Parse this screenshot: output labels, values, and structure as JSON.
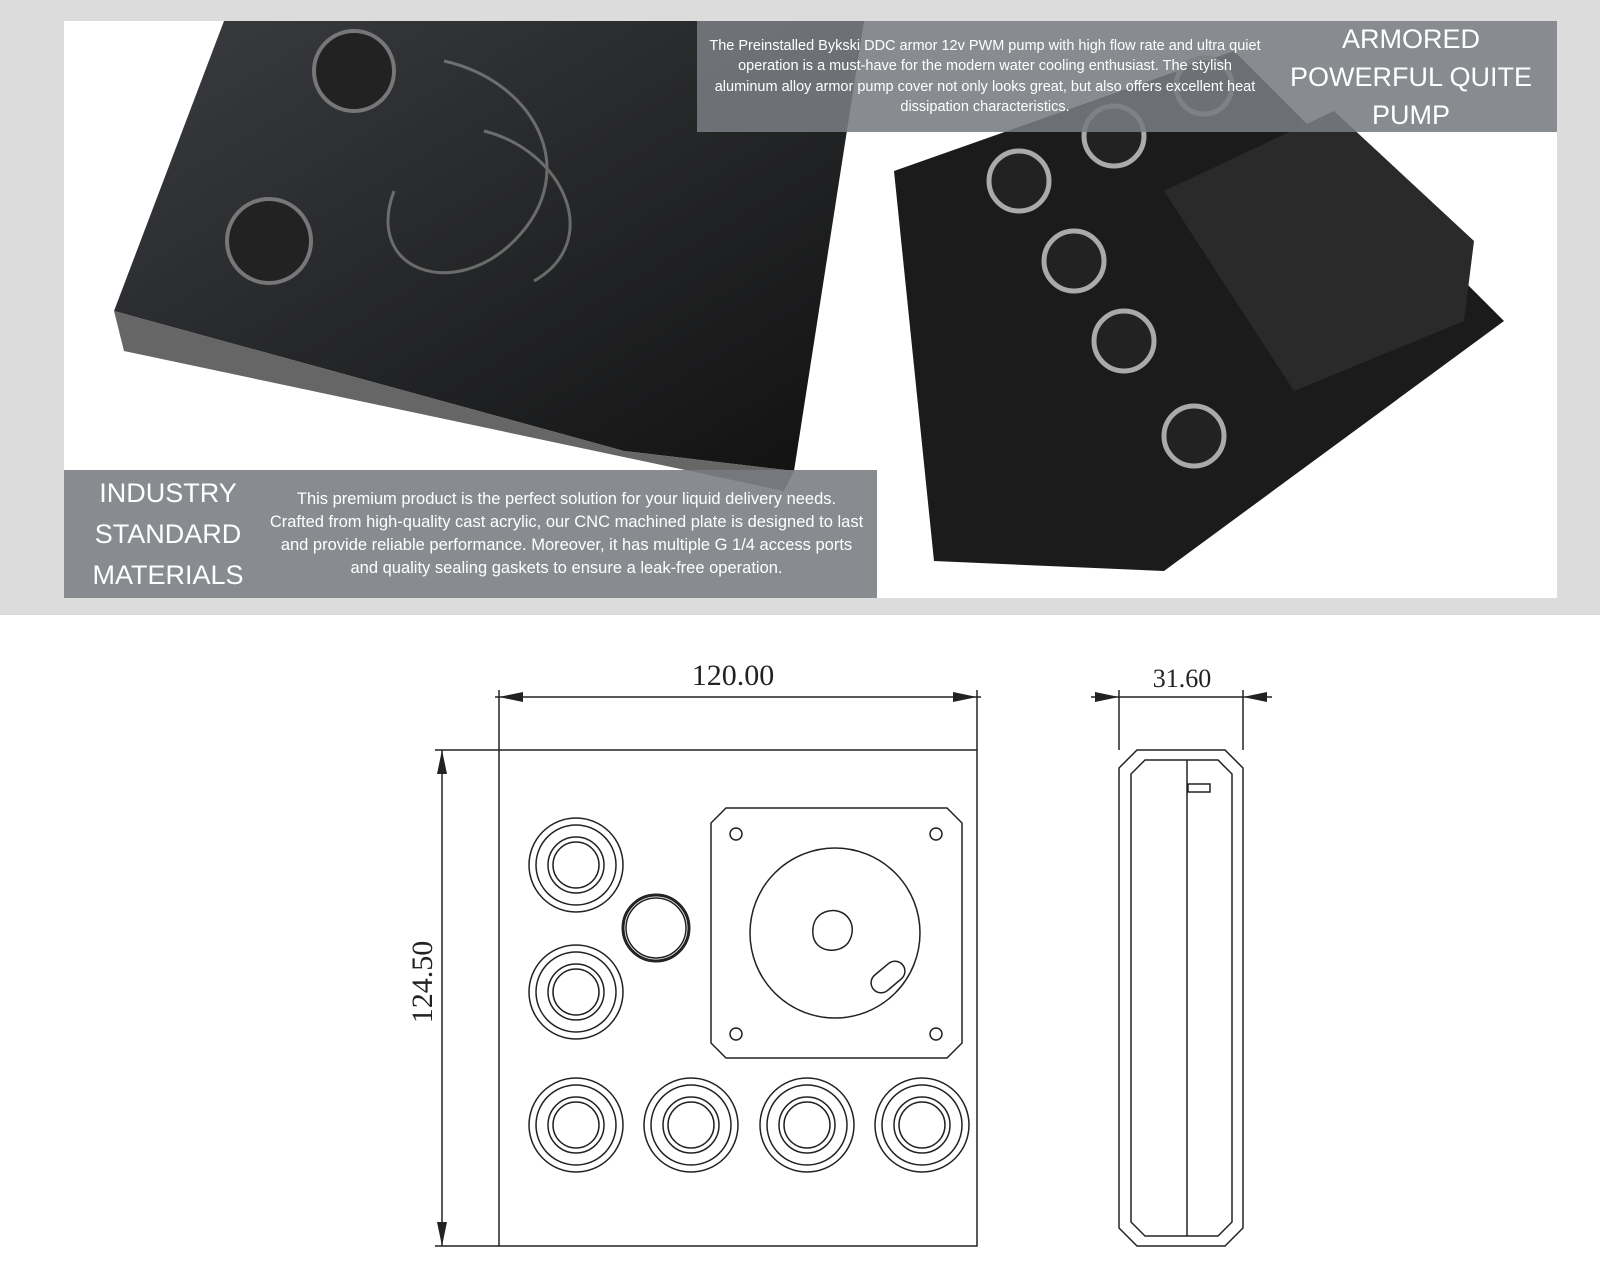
{
  "pump_section": {
    "heading": "ARMORED POWERFUL QUITE PUMP",
    "description": "The Preinstalled Bykski DDC armor 12v PWM pump with high flow rate and ultra quiet operation is a must-have for the modern water cooling enthusiast. The stylish aluminum alloy armor pump cover not only looks great, but also offers excellent heat dissipation characteristics."
  },
  "materials_section": {
    "heading": "INDUSTRY STANDARD MATERIALS",
    "description": "This premium product is the perfect solution for your liquid delivery needs. Crafted from high-quality cast acrylic, our CNC machined plate is designed to last and provide reliable performance. Moreover, it has multiple G 1/4 access ports and quality sealing gaskets to ensure a leak-free operation."
  },
  "drawing": {
    "width_label": "120.00",
    "height_label": "124.50",
    "depth_label": "31.60"
  }
}
